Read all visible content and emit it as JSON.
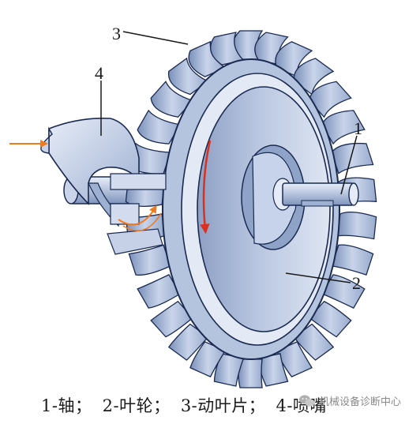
{
  "labels": {
    "shaft_num": "1",
    "impeller_num": "2",
    "blade_num": "3",
    "nozzle_num": "4"
  },
  "caption": {
    "part1": "1-轴；",
    "part2": "2-叶轮；",
    "part3": "3-动叶片；",
    "part4": "4-喷嘴"
  },
  "watermark": {
    "text": "机械设备诊断中心",
    "icon": "wechat-icon"
  },
  "colors": {
    "body_light": "#d5deed",
    "body_mid": "#a9b9d6",
    "body_dark": "#6f86b0",
    "outline": "#1a2a50",
    "rotation_arrow": "#d9311f",
    "flow_arrow": "#f07a1e"
  }
}
